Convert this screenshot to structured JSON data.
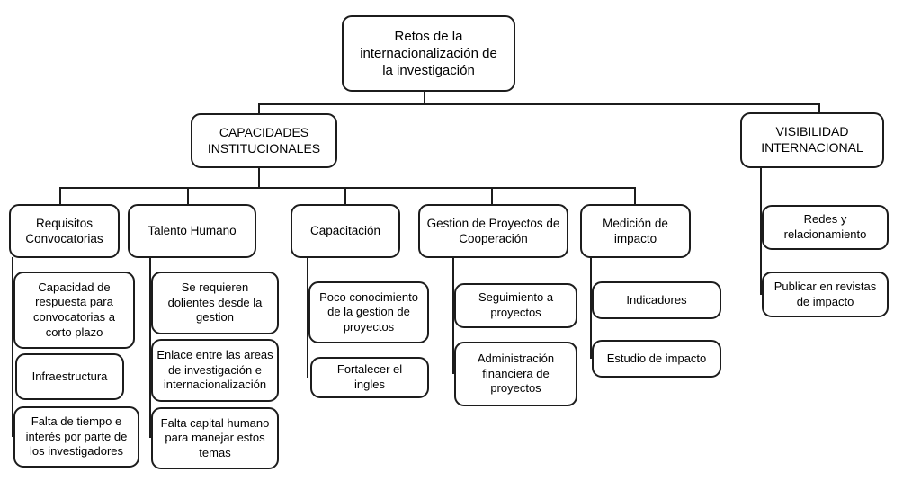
{
  "diagram": {
    "root": "Retos de la internacionalización de la investigación",
    "branches": [
      {
        "label": "CAPACIDADES INSTITUCIONALES",
        "groups": [
          {
            "label": "Requisitos Convocatorias",
            "items": [
              "Capacidad de respuesta para convocatorias a corto plazo",
              "Infraestructura",
              "Falta de tiempo e interés por parte de los investigadores"
            ]
          },
          {
            "label": "Talento Humano",
            "items": [
              "Se requieren dolientes desde la gestion",
              "Enlace entre las areas de investigación e internacionalización",
              "Falta capital humano para manejar estos temas"
            ]
          },
          {
            "label": "Capacitación",
            "items": [
              "Poco conocimiento de la gestion de proyectos",
              "Fortalecer el ingles"
            ]
          },
          {
            "label": "Gestion de Proyectos de Cooperación",
            "items": [
              "Seguimiento a proyectos",
              "Administración financiera de proyectos"
            ]
          },
          {
            "label": "Medición de impacto",
            "items": [
              "Indicadores",
              "Estudio de impacto"
            ]
          }
        ]
      },
      {
        "label": "VISIBILIDAD INTERNACIONAL",
        "items": [
          "Redes y relacionamiento",
          "Publicar en revistas de impacto"
        ]
      }
    ],
    "colors": {
      "border": "#1c1c1c",
      "background": "#ffffff",
      "text": "#000000"
    }
  }
}
